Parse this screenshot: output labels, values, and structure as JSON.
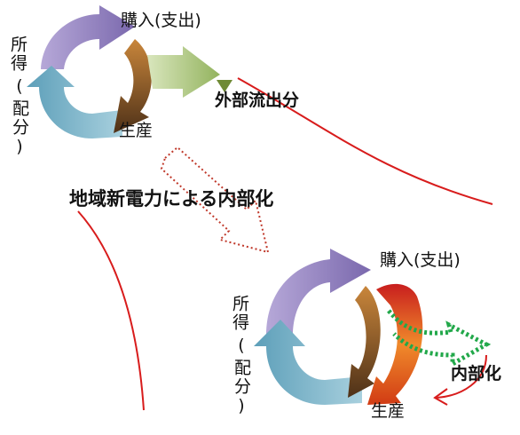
{
  "top_cycle": {
    "purchase_label": "購入(支出)",
    "income_label": "所得",
    "income_paren": "(",
    "distribution_label": "配分)",
    "production_label": "生産",
    "outflow_label": "外部流出分"
  },
  "transition": {
    "heading": "地域新電力による内部化"
  },
  "bottom_cycle": {
    "purchase_label": "購入(支出)",
    "income_label": "所得",
    "income_paren": "(",
    "distribution_label": "配分)",
    "production_label": "生産",
    "internalize_label": "内部化"
  },
  "colors": {
    "purple_arrow": "#8c7cb8",
    "blue_arrow": "#7fb3c8",
    "brown_arrow": "#6e4a2a",
    "green_outflow_arrow": "#a9c47a",
    "orange_internal_arrow": "#e8601c",
    "red_line": "#d81c1c",
    "dotted_green": "#22a84a",
    "dotted_red": "#c0392b"
  }
}
